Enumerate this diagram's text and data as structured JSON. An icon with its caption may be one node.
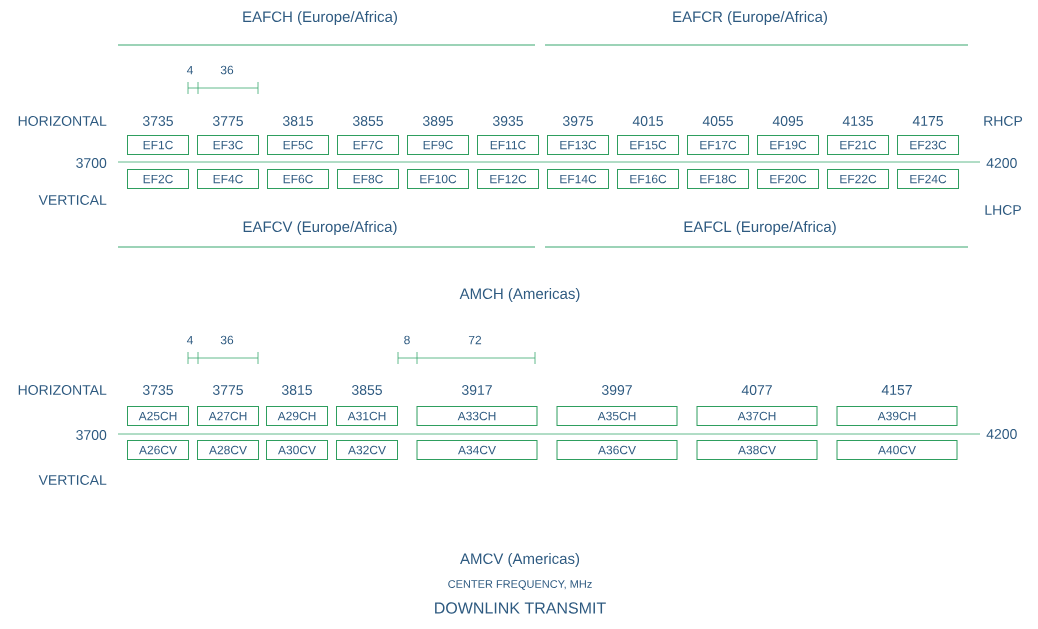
{
  "diagram": {
    "caption": "DOWNLINK TRANSMIT",
    "nodes": [
      {
        "text": [
          "EF1C"
        ]
      },
      {
        "text": [
          "EF3C"
        ]
      },
      {
        "text": [
          "EF5C"
        ]
      },
      {
        "text": [
          "EF7C"
        ]
      },
      {
        "text": [
          "EF9C"
        ]
      },
      {
        "text": [
          "EF11C"
        ]
      },
      {
        "text": [
          "EF13C"
        ]
      },
      {
        "text": [
          "EF15C"
        ]
      },
      {
        "text": [
          "EF17C"
        ]
      },
      {
        "text": [
          "EF19C"
        ]
      },
      {
        "text": [
          "EF21C"
        ]
      },
      {
        "text": [
          "EF23C"
        ]
      },
      {
        "text": [
          "EF2C"
        ]
      },
      {
        "text": [
          "EF4C"
        ]
      },
      {
        "text": [
          "EF6C"
        ]
      },
      {
        "text": [
          "EF8C"
        ]
      },
      {
        "text": [
          "EF10C"
        ]
      },
      {
        "text": [
          "EF12C"
        ]
      },
      {
        "text": [
          "EF14C"
        ]
      },
      {
        "text": [
          "EF16C"
        ]
      },
      {
        "text": [
          "EF18C"
        ]
      },
      {
        "text": [
          "EF20C"
        ]
      },
      {
        "text": [
          "EF22C"
        ]
      },
      {
        "text": [
          "EF24C"
        ]
      },
      {
        "text": [
          "A25CH"
        ]
      },
      {
        "text": [
          "A27CH"
        ]
      },
      {
        "text": [
          "A29CH"
        ]
      },
      {
        "text": [
          "A31CH"
        ]
      },
      {
        "text": [
          "A33CH"
        ]
      },
      {
        "text": [
          "A35CH"
        ]
      },
      {
        "text": [
          "A37CH"
        ]
      },
      {
        "text": [
          "A39CH"
        ]
      },
      {
        "text": [
          "A26CV"
        ]
      },
      {
        "text": [
          "A28CV"
        ]
      },
      {
        "text": [
          "A30CV"
        ]
      },
      {
        "text": [
          "A32CV"
        ]
      },
      {
        "text": [
          "A34CV"
        ]
      },
      {
        "text": [
          "A36CV"
        ]
      },
      {
        "text": [
          "A38CV"
        ]
      },
      {
        "text": [
          "A40CV"
        ]
      }
    ],
    "labels": [
      "EAFCH (Europe/Africa)",
      "EAFCR (Europe/Africa)",
      "4",
      "36",
      "HORIZONTAL",
      "3735",
      "3775",
      "3815",
      "3855",
      "3895",
      "3935",
      "3975",
      "4015",
      "4055",
      "4095",
      "4135",
      "4175",
      "RHCP",
      "3700",
      "4200",
      "VERTICAL",
      "LHCP",
      "EAFCV (Europe/Africa)",
      "EAFCL (Europe/Africa)",
      "AMCH (Americas)",
      "4",
      "36",
      "8",
      "72",
      "HORIZONTAL",
      "3735",
      "3775",
      "3815",
      "3855",
      "3917",
      "3997",
      "4077",
      "4157",
      "3700",
      "4200",
      "VERTICAL",
      "AMCV (Americas)",
      "CENTER FREQUENCY, MHz"
    ]
  }
}
